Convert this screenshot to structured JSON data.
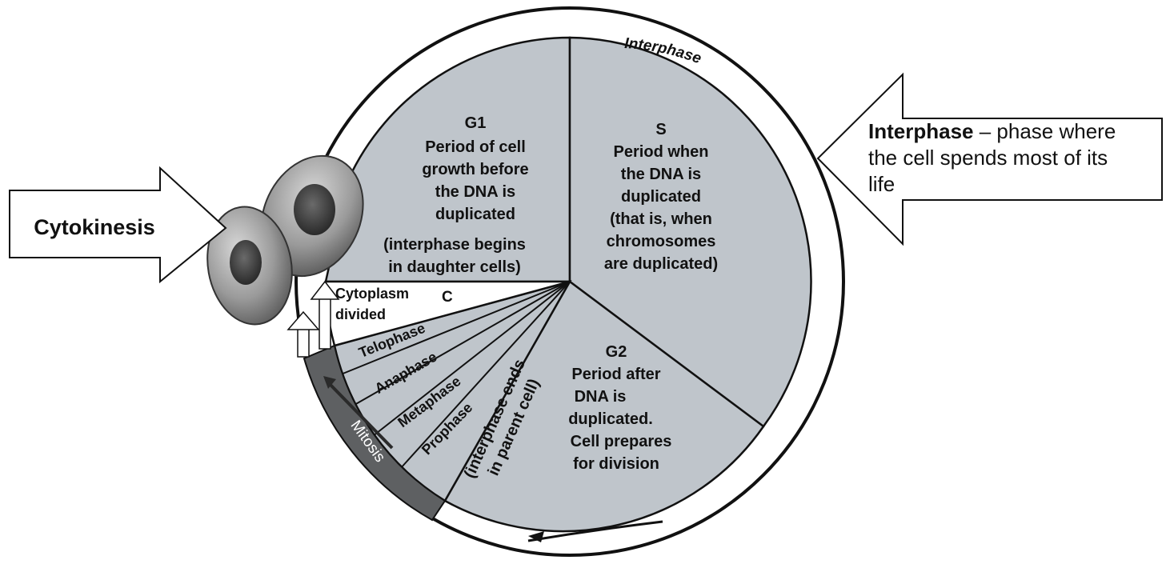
{
  "colors": {
    "wedge_fill": "#bfc5cb",
    "outline": "#111111",
    "mitosis_band": "#5e6062",
    "cell_body": "#9a9a9a",
    "nucleus": "#3c3c3c",
    "background": "#ffffff"
  },
  "left_arrow": {
    "label": "Cytokinesis"
  },
  "right_arrow": {
    "bold": "Interphase",
    "rest_line1": " – phase where",
    "line2": "the cell spends most of its",
    "line3": "life"
  },
  "ring_label": "Interphase",
  "g1": {
    "title": "G1",
    "lines": [
      "Period of cell",
      "growth before",
      "the DNA is",
      "duplicated"
    ],
    "note_lines": [
      "(interphase begins",
      "in daughter cells)"
    ]
  },
  "s": {
    "title": "S",
    "lines": [
      "Period when",
      "the DNA is",
      "duplicated",
      "(that is, when",
      "chromosomes",
      "are duplicated)"
    ]
  },
  "g2": {
    "title": "G2",
    "lines": [
      "Period after",
      "DNA is",
      "duplicated.",
      "Cell prepares",
      "for division"
    ]
  },
  "interphase_ends": [
    "(interphase ends",
    "in parent cell)"
  ],
  "cytoplasm": {
    "lines": [
      "Cytoplasm",
      "divided"
    ],
    "letter": "C"
  },
  "phases": [
    "Telophase",
    "Anaphase",
    "Metaphase",
    "Prophase"
  ],
  "mitosis_label": "Mitosis"
}
